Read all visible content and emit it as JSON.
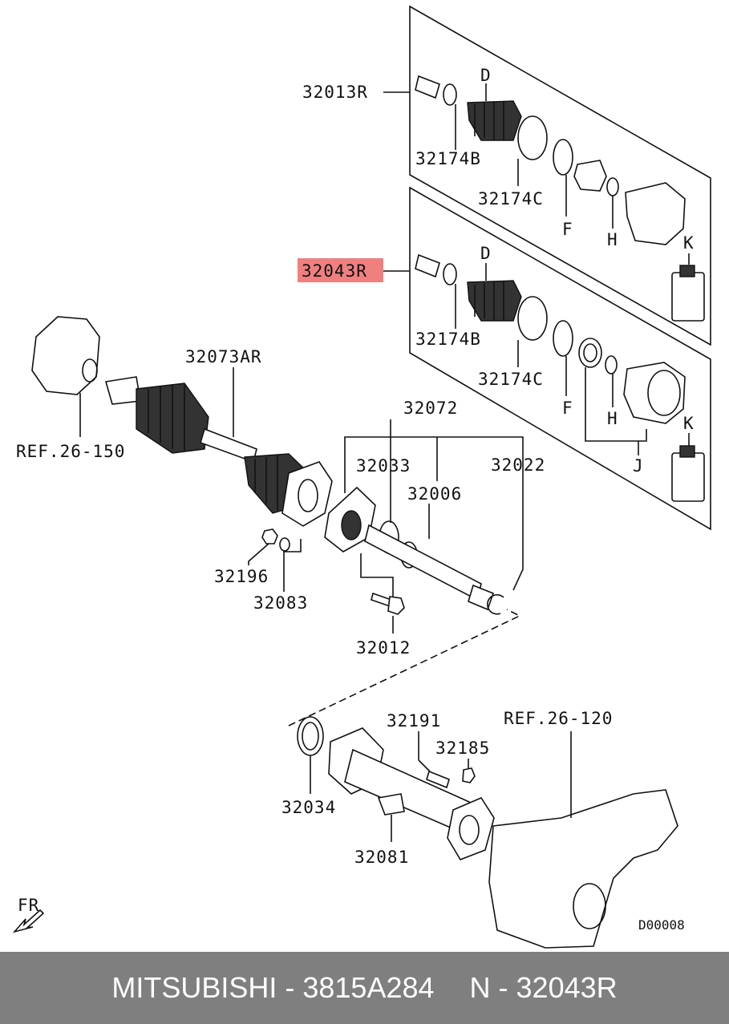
{
  "highlight_color": "#f08080",
  "labels": {
    "p32013R": "32013R",
    "p32043R": "32043R",
    "top_D": "D",
    "top_32174B": "32174B",
    "top_32174C": "32174C",
    "top_F": "F",
    "top_H": "H",
    "top_K": "K",
    "mid_D": "D",
    "mid_32174B": "32174B",
    "mid_32174C": "32174C",
    "mid_F": "F",
    "mid_H": "H",
    "mid_K": "K",
    "mid_J": "J",
    "ref_26_150": "REF.26-150",
    "p32073AR": "32073AR",
    "p32072": "32072",
    "p32033": "32033",
    "p32006": "32006",
    "p32022": "32022",
    "p32196": "32196",
    "p32083": "32083",
    "p32012": "32012",
    "p32191": "32191",
    "p32185": "32185",
    "ref_26_120": "REF.26-120",
    "p32034": "32034",
    "p32081": "32081",
    "fr": "FR",
    "doc_code": "D00008"
  },
  "footer": {
    "left": "MITSUBISHI - 3815A284",
    "right": "N - 32043R"
  }
}
